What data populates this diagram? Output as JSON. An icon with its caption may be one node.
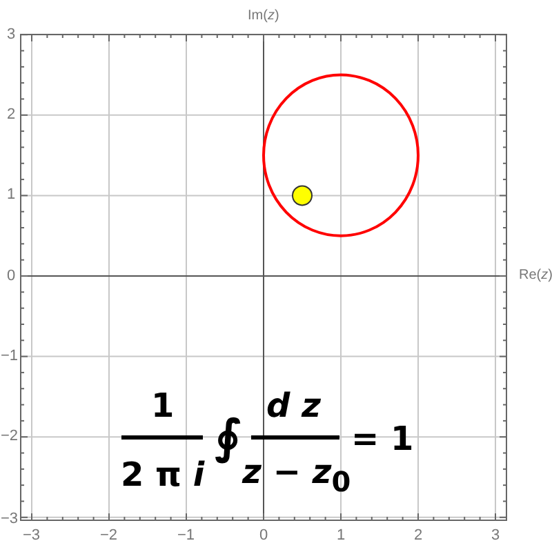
{
  "diagram": {
    "labels": [
      "Im(*z*)",
      "3",
      "2",
      "1",
      "0",
      "Re(*z*)",
      "−1",
      "1",
      "*d z*",
      "∮",
      "= 1",
      "−2",
      "2 π *i*",
      "*z* − *z*$_{0}$",
      "−3",
      "−3",
      "−2",
      "−1",
      "0",
      "1",
      "2",
      "3"
    ]
  }
}
